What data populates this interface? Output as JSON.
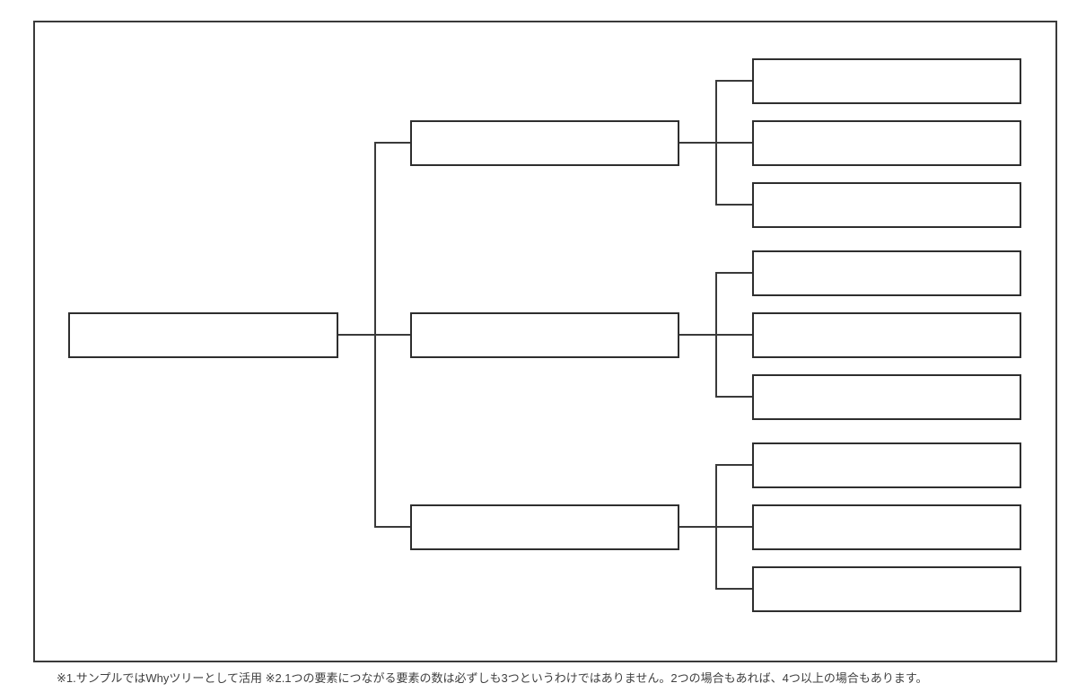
{
  "diagram": {
    "type": "tree",
    "orientation": "left-to-right",
    "colors": {
      "line": "#3a3a3a",
      "box_border": "#2e2e2e",
      "box_fill": "#ffffff",
      "background": "#ffffff"
    },
    "tree": {
      "root": {
        "label": ""
      },
      "branches": [
        {
          "label": "",
          "children": [
            {
              "label": ""
            },
            {
              "label": ""
            },
            {
              "label": ""
            }
          ]
        },
        {
          "label": "",
          "children": [
            {
              "label": ""
            },
            {
              "label": ""
            },
            {
              "label": ""
            }
          ]
        },
        {
          "label": "",
          "children": [
            {
              "label": ""
            },
            {
              "label": ""
            },
            {
              "label": ""
            }
          ]
        }
      ]
    }
  },
  "footnote": {
    "text": "※1.サンプルではWhyツリーとして活用 ※2.1つの要素につながる要素の数は必ずしも3つというわけではありません。2つの場合もあれば、4つ以上の場合もあります。"
  }
}
